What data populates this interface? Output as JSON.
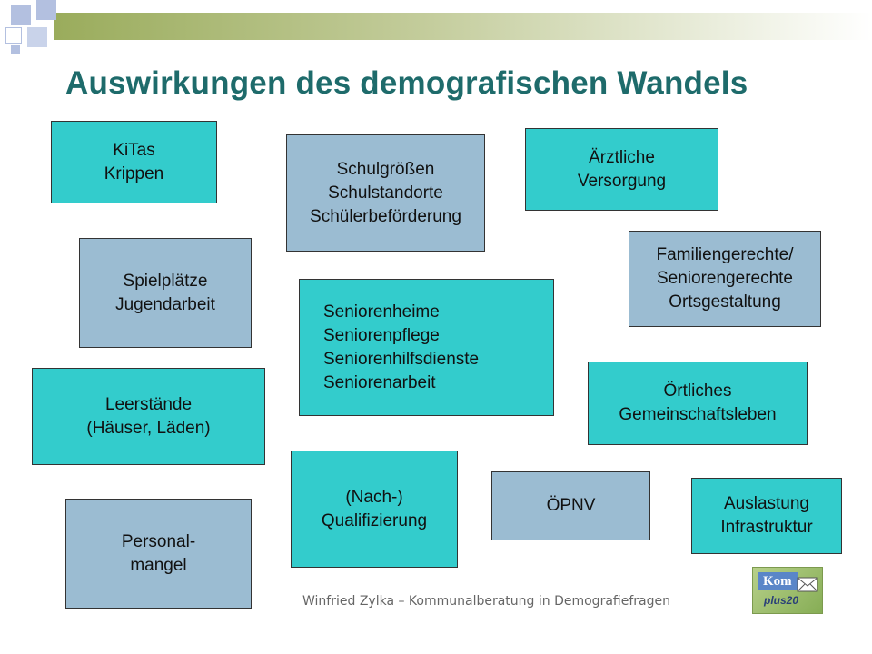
{
  "slide": {
    "title": "Auswirkungen des demografischen Wandels",
    "footer": "Winfried Zylka – Kommunalberatung in Demografiefragen",
    "logo": {
      "word": "Kom",
      "sub": "plus20",
      "icon": "envelope-icon"
    }
  },
  "colors": {
    "title": "#1e6b6b",
    "teal_box": "#33cccc",
    "blue_box": "#9bbcd2",
    "banner": "#9aac5c"
  },
  "boxes": {
    "kitas": [
      "KiTas",
      "Krippen"
    ],
    "schule": [
      "Schulgrößen",
      "Schulstandorte",
      "Schülerbeförderung"
    ],
    "arzt": [
      "Ärztliche",
      "Versorgung"
    ],
    "spiel": [
      "Spielplätze",
      "Jugendarbeit"
    ],
    "familie": [
      "Familiengerechte/",
      "Seniorengerechte",
      "Ortsgestaltung"
    ],
    "senioren": [
      "Seniorenheime",
      "Seniorenpflege",
      "Seniorenhilfsdienste",
      "Seniorenarbeit"
    ],
    "leer": [
      "Leerstände",
      "(Häuser, Läden)"
    ],
    "oertlich": [
      "Örtliches",
      "Gemeinschaftsleben"
    ],
    "quali": [
      "(Nach-)",
      "Qualifizierung"
    ],
    "oepnv": [
      "ÖPNV"
    ],
    "auslastung": [
      "Auslastung",
      "Infrastruktur"
    ],
    "personal": [
      "Personal-",
      "mangel"
    ]
  }
}
